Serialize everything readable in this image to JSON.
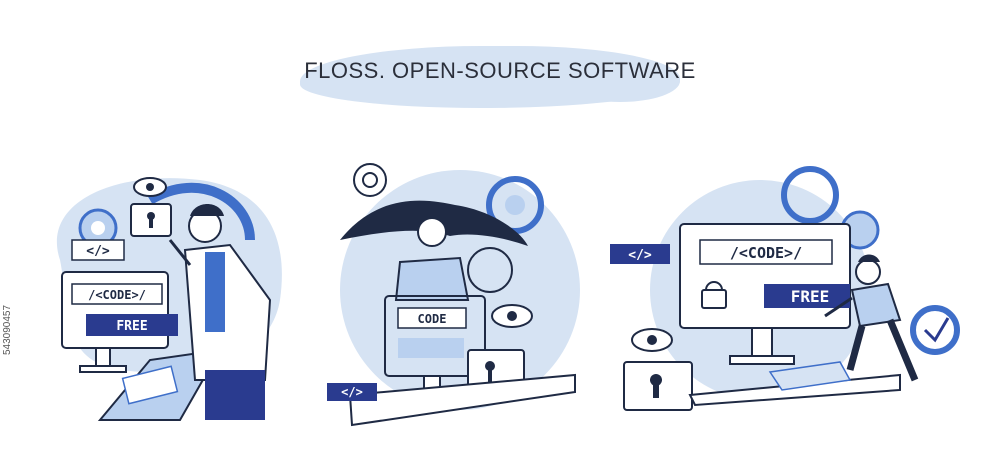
{
  "title": "FLOSS. OPEN-SOURCE SOFTWARE",
  "stock_id": "543090457",
  "labels": {
    "tag": "</>",
    "code_left": "/<CODE>/",
    "free_left": "FREE",
    "code_center": "CODE",
    "code_right": "/<CODE>/",
    "free_right": "FREE"
  },
  "colors": {
    "navy": "#2a3b8f",
    "blue": "#3f6fc9",
    "light_blue": "#b9d0ef",
    "pale_blue": "#d6e3f3",
    "outline": "#1f2a44"
  }
}
